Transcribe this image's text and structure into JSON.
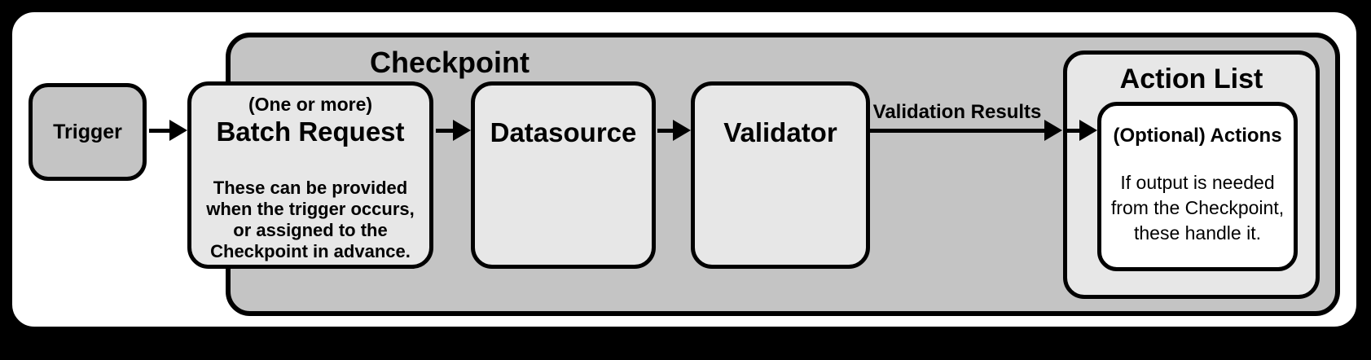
{
  "colors": {
    "page_background": "#000000",
    "card_background": "#ffffff",
    "container_fill": "#c4c4c4",
    "node_fill": "#e7e7e7",
    "inner_node_fill": "#ffffff",
    "stroke": "#000000"
  },
  "nodes": {
    "trigger": {
      "label": "Trigger"
    },
    "checkpoint": {
      "title": "Checkpoint"
    },
    "batch_request": {
      "supertitle": "(One or more)",
      "title": "Batch Request",
      "body_lines": [
        "These can be provided",
        "when the trigger occurs,",
        "or assigned to the",
        "Checkpoint in advance."
      ]
    },
    "datasource": {
      "title": "Datasource"
    },
    "validator": {
      "title": "Validator"
    },
    "action_list": {
      "title": "Action List"
    },
    "optional_actions": {
      "title": "(Optional) Actions",
      "body_lines": [
        "If output is needed",
        "from the Checkpoint,",
        "these handle it."
      ]
    }
  },
  "edges": {
    "validator_to_action_list": {
      "label": "Validation Results"
    }
  }
}
